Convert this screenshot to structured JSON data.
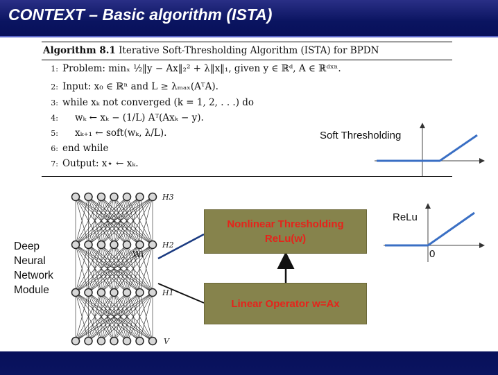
{
  "header": {
    "title": "CONTEXT – Basic algorithm (ISTA)"
  },
  "algorithm": {
    "caption_bold": "Algorithm 8.1",
    "caption_text": " Iterative Soft-Thresholding Algorithm (ISTA) for BPDN",
    "lines": [
      {
        "num": "1:",
        "text": "Problem: minₓ ½‖y − Ax‖₂² + λ‖x‖₁, given y ∈ ℝᵈ, A ∈ ℝᵈˣⁿ."
      },
      {
        "num": "2:",
        "text": "Input: x₀ ∈ ℝⁿ and L ≥ λₘₐₓ(AᵀA)."
      },
      {
        "num": "3:",
        "text": "while xₖ not converged (k = 1, 2, . . .) do"
      },
      {
        "num": "4:",
        "text": "wₖ ← xₖ − (1/L) Aᵀ(Axₖ − y)."
      },
      {
        "num": "5:",
        "text": "xₖ₊₁ ← soft(wₖ, λ/L)."
      },
      {
        "num": "6:",
        "text": "end while"
      },
      {
        "num": "7:",
        "text": "Output: x⋆ ← xₖ."
      }
    ]
  },
  "soft_threshold": {
    "label": "Soft Thresholding"
  },
  "relu_plot": {
    "label": "ReLu",
    "origin_label": "0"
  },
  "dnn": {
    "label_lines": [
      "Deep",
      "Neural",
      "Network",
      "Module"
    ],
    "layer_labels": [
      "H3",
      "H2",
      "H1",
      "V"
    ],
    "weight_label": "Wi"
  },
  "boxes": {
    "nonlinear_line1": "Nonlinear Thresholding",
    "nonlinear_line2": "ReLu(w)",
    "linear": "Linear Operator   w=Ax"
  },
  "colors": {
    "header_bg": "#0a1460",
    "box_bg": "#86834c",
    "box_text": "#e6231b",
    "plot_line": "#3a6fc4"
  }
}
